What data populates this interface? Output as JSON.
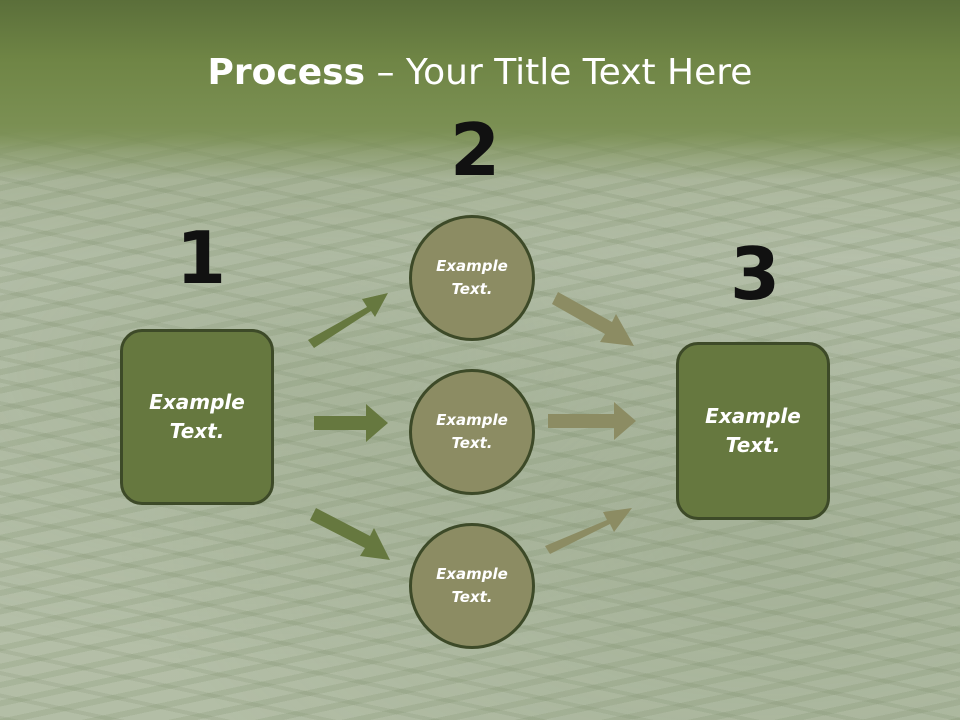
{
  "title": {
    "bold": "Process",
    "rest": " – Your Title Text Here"
  },
  "steps": {
    "one": "1",
    "two": "2",
    "three": "3"
  },
  "left_box": {
    "line1": "Example",
    "line2": "Text."
  },
  "right_box": {
    "line1": "Example",
    "line2": "Text."
  },
  "circles": [
    {
      "line1": "Example",
      "line2": "Text."
    },
    {
      "line1": "Example",
      "line2": "Text."
    },
    {
      "line1": "Example",
      "line2": "Text."
    }
  ],
  "colors": {
    "box": "#66783f",
    "circle": "#8c8c63",
    "arrow_dark": "#66783f",
    "arrow_light": "#8c8c63",
    "outline": "#3d4a28"
  }
}
